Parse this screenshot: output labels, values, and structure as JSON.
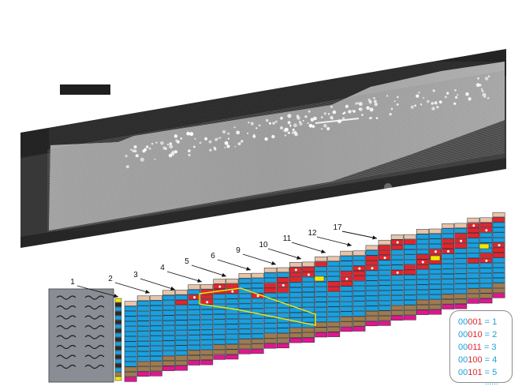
{
  "micrograph": {
    "description_visible": false
  },
  "step_labels": [
    "1",
    "2",
    "3",
    "4",
    "5",
    "6",
    "9",
    "10",
    "11",
    "12",
    "17"
  ],
  "legend": {
    "rows": [
      {
        "prefix": "00",
        "bits": "001",
        "value": "1"
      },
      {
        "prefix": "00",
        "bits": "010",
        "value": "2"
      },
      {
        "prefix": "00",
        "bits": "011",
        "value": "3"
      },
      {
        "prefix": "00",
        "bits": "100",
        "value": "4"
      },
      {
        "prefix": "00",
        "bits": "101",
        "value": "5"
      }
    ],
    "more": "......"
  },
  "colors": {
    "tile_blue": "#1aa0de",
    "tile_red": "#e0262d",
    "tile_tan": "#e8c4a8",
    "tile_brown": "#a07a4e",
    "tile_magenta": "#e0168c",
    "tile_yellow": "#f5e800",
    "seed_gray": "#8a8d94",
    "highlight_yellow": "#f5e800"
  }
}
